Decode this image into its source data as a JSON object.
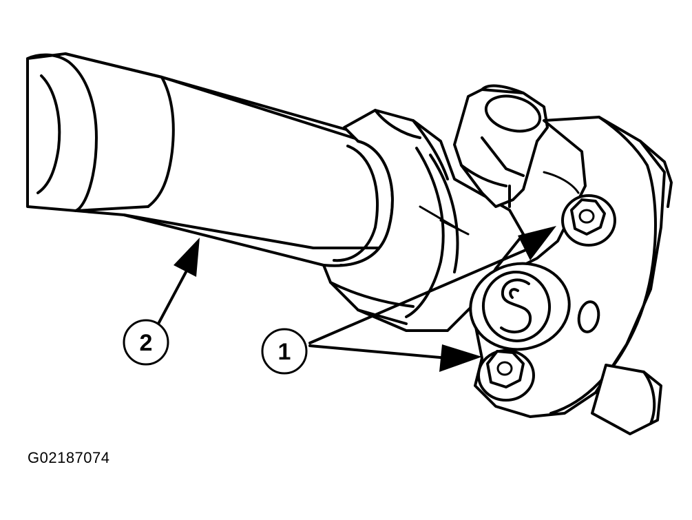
{
  "figure_code": "G02187074",
  "callouts": [
    {
      "id": "callout-1",
      "label": "1"
    },
    {
      "id": "callout-2",
      "label": "2"
    }
  ],
  "colors": {
    "ink": "#000000",
    "paper": "#ffffff"
  }
}
